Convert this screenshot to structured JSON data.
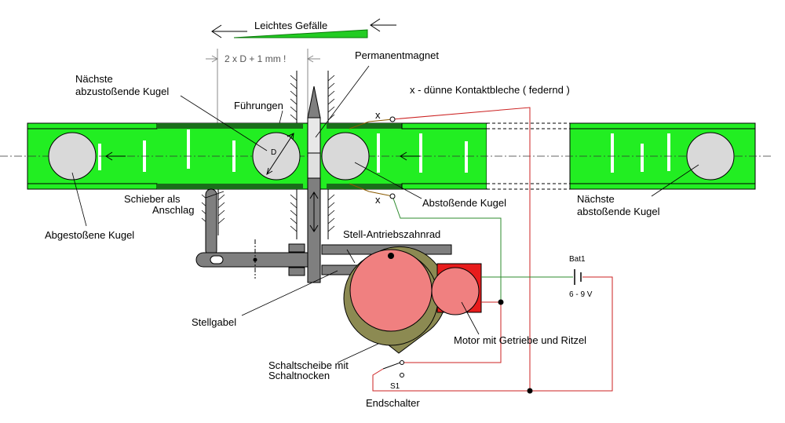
{
  "labels": {
    "slope": "Leichtes Gefälle",
    "dimension": "2 x D + 1 mm !",
    "permanent_magnet": "Permanentmagnet",
    "next_ball_repel_line1": "Nächste",
    "next_ball_repel_line2": "abzustoßende Kugel",
    "guides": "Führungen",
    "contacts": "x - dünne Kontaktbleche ( federnd )",
    "diameter": "D",
    "contact_mark_top": "x",
    "contact_mark_bottom": "x",
    "slider_line1": "Schieber als",
    "slider_line2": "Anschlag",
    "repelling_ball": "Abstoßende Kugel",
    "next_repelling_line1": "Nächste",
    "next_repelling_line2": "abstoßende Kugel",
    "repelled_ball": "Abgestoßene Kugel",
    "drive_gear": "Stell-Antriebszahnrad",
    "battery_name": "Bat1",
    "battery_voltage": "6 - 9 V",
    "fork": "Stellgabel",
    "motor": "Motor mit Getriebe und Ritzel",
    "cam_disc_line1": "Schaltscheibe mit",
    "cam_disc_line2": "Schaltnocken",
    "switch_name": "S1",
    "end_switch": "Endschalter"
  },
  "colors": {
    "track_green": "#22ee22",
    "dark_green": "#1a6e1a",
    "ball_gray": "#d9d9d9",
    "gear_pink": "#f08080",
    "gear_rim": "#8c8a52",
    "motor_red": "#e81c1c",
    "wire_red": "#cc2222",
    "wire_green": "#2e8b2e",
    "rod_gray": "#7f7f7f"
  }
}
